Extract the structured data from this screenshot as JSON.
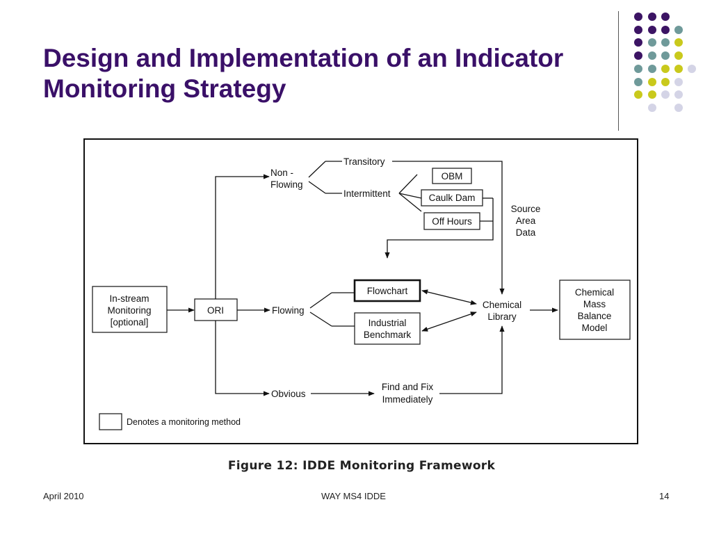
{
  "slide": {
    "title_line1": "Design and Implementation of an Indicator",
    "title_line2": "Monitoring Strategy"
  },
  "colors": {
    "title": "#3a1068",
    "dot_purple": "#3c1464",
    "dot_teal": "#6f9a9a",
    "dot_yellow": "#c9c91c",
    "dot_lavender": "#d4d4e6"
  },
  "diagram": {
    "nodes": {
      "instream": [
        "In-stream",
        "Monitoring",
        "[optional]"
      ],
      "ori": "ORI",
      "nonflowing": [
        "Non -",
        "Flowing"
      ],
      "transitory": "Transitory",
      "intermittent": "Intermittent",
      "obm": "OBM",
      "caulk_dam": "Caulk Dam",
      "off_hours": "Off Hours",
      "source_area": [
        "Source",
        "Area",
        "Data"
      ],
      "flowing": "Flowing",
      "flowchart": "Flowchart",
      "industrial": [
        "Industrial",
        "Benchmark"
      ],
      "chem_library": [
        "Chemical",
        "Library"
      ],
      "mass_balance": [
        "Chemical",
        "Mass",
        "Balance",
        "Model"
      ],
      "obvious": "Obvious",
      "find_fix": [
        "Find and Fix",
        "Immediately"
      ]
    },
    "legend": "Denotes a monitoring method"
  },
  "caption": "Figure 12: IDDE Monitoring Framework",
  "footer": {
    "date": "April 2010",
    "center": "WAY MS4 IDDE",
    "page": "14"
  }
}
